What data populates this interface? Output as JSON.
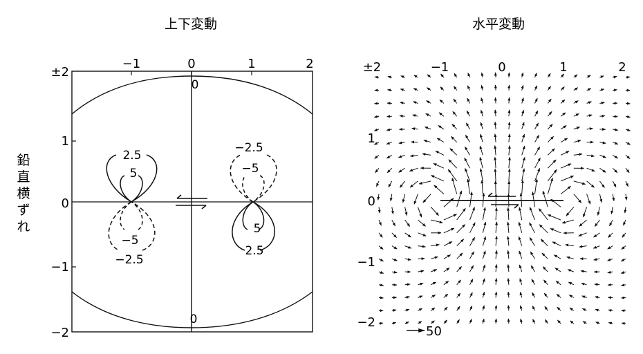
{
  "left_panel": {
    "title": "上下変動",
    "ylabel": "鉛直横ずれ",
    "x_ticks": [
      "−1",
      "0",
      "1",
      "2"
    ],
    "y_ticks": [
      "±2",
      "1",
      "0",
      "−1",
      "−2"
    ],
    "contour_labels": {
      "ul_outer": "2.5",
      "ul_inner": "5",
      "ll_inner": "−5",
      "ll_outer": "−2.5",
      "ur_outer": "−2.5",
      "ur_inner": "−5",
      "lr_inner": "5",
      "lr_outer": "2.5",
      "zero_top": "0",
      "zero_bottom": "0"
    }
  },
  "right_panel": {
    "title": "水平変動",
    "x_ticks": [
      "±2",
      "−1",
      "0",
      "1",
      "2"
    ],
    "y_ticks": [
      "1",
      "0",
      "−1",
      "−2"
    ],
    "scale_label": "50"
  },
  "colors": {
    "ink": "#111111",
    "background": "#ffffff"
  }
}
